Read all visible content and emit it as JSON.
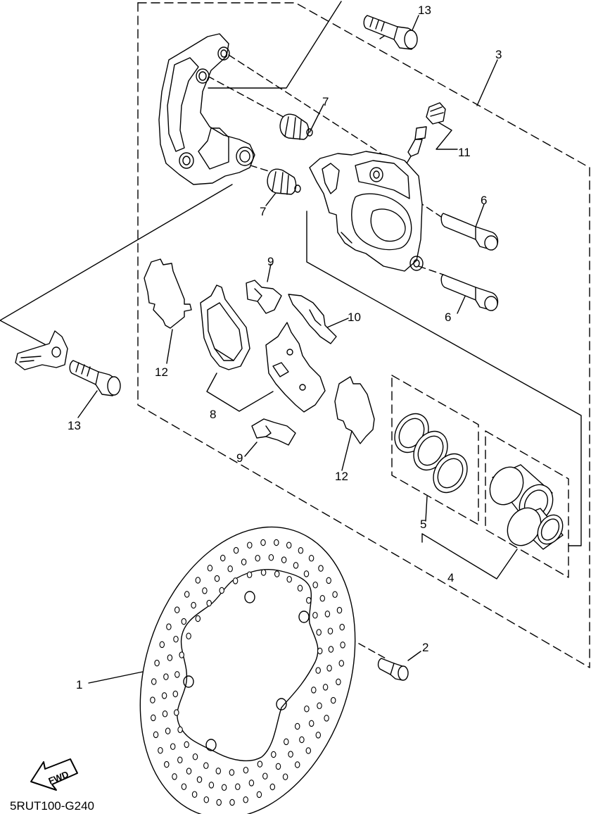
{
  "diagram": {
    "code": "5RUT100-G240",
    "fwd": "FWD",
    "callouts": {
      "p1": "1",
      "p2": "2",
      "p3": "3",
      "p4": "4",
      "p5": "5",
      "p6a": "6",
      "p6b": "6",
      "p7a": "7",
      "p7b": "7",
      "p8": "8",
      "p9a": "9",
      "p9b": "9",
      "p10": "10",
      "p11": "11",
      "p12a": "12",
      "p12b": "12",
      "p13a": "13",
      "p13b": "13"
    }
  }
}
